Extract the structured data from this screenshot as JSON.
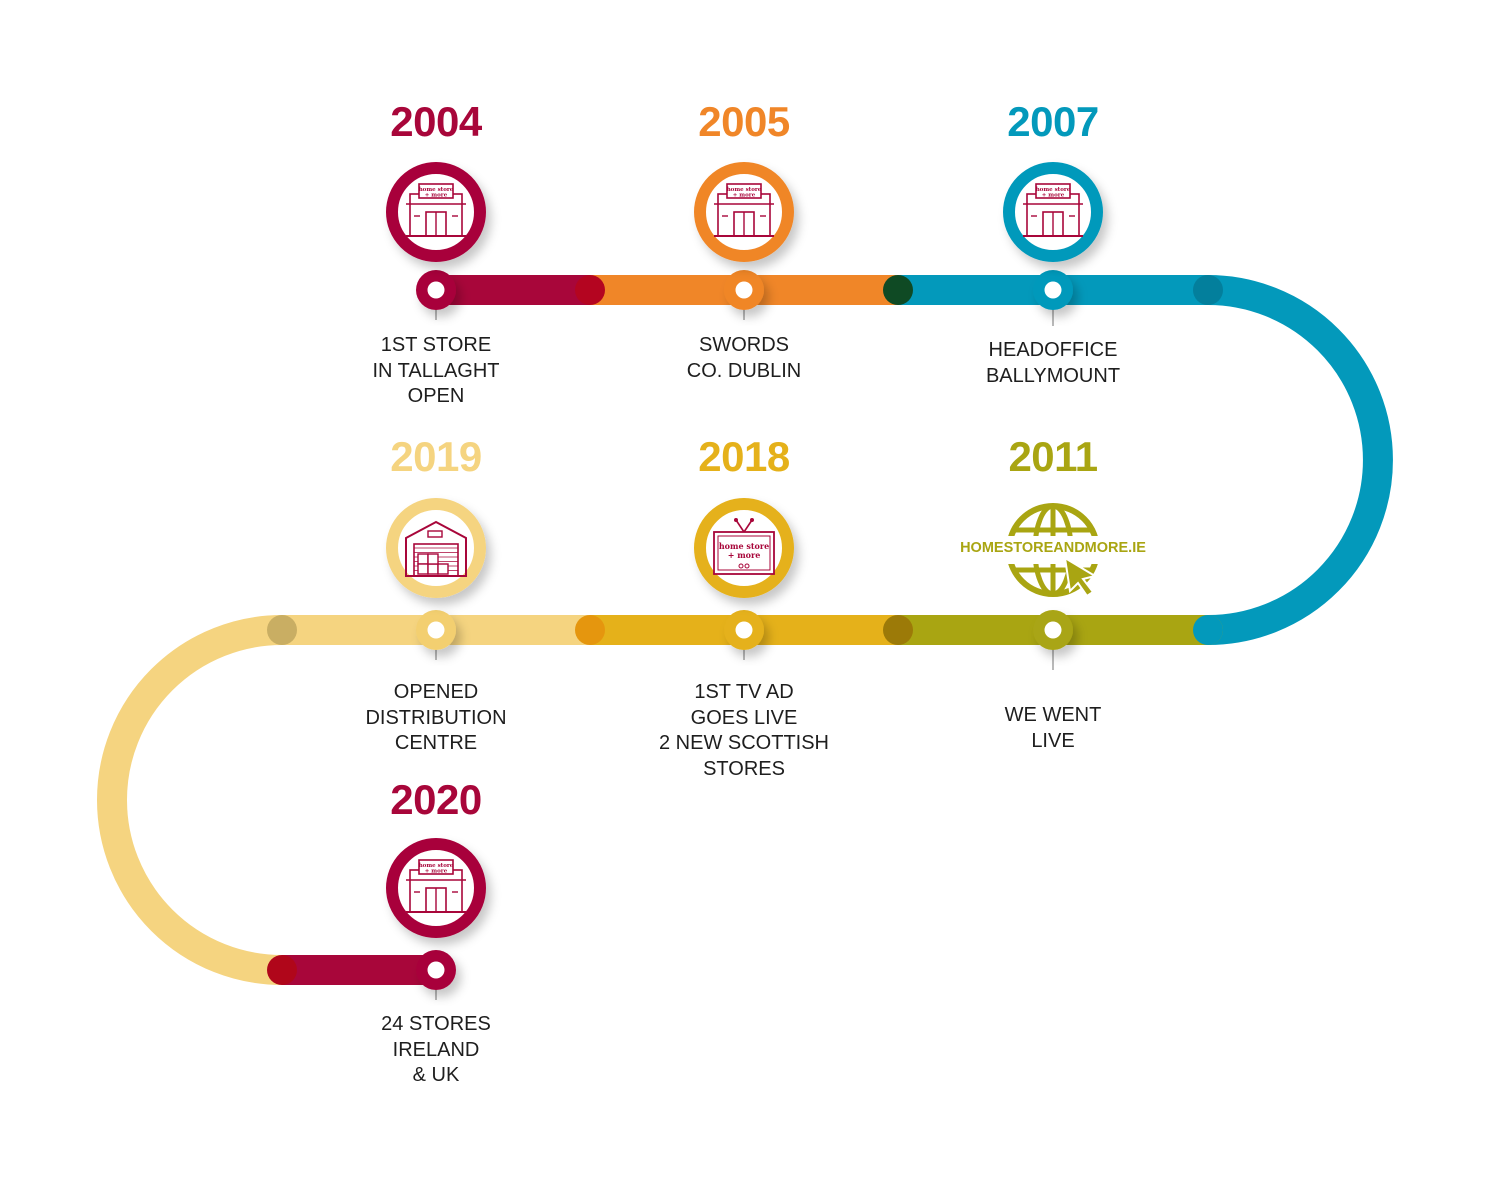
{
  "colors": {
    "maroon": "#A8063A",
    "orange": "#F08628",
    "teal": "#0399BB",
    "olive": "#A9A512",
    "gold": "#E5B11A",
    "sand": "#F5D480",
    "dark_green": "#0F4A24"
  },
  "milestones": [
    {
      "id": "m2004",
      "year": "2004",
      "color": "#A8063A",
      "icon": "storefront-icon",
      "lines": [
        "1ST STORE",
        "IN TALLAGHT",
        "OPEN"
      ]
    },
    {
      "id": "m2005",
      "year": "2005",
      "color": "#F08628",
      "icon": "storefront-icon",
      "lines": [
        "SWORDS",
        "CO. DUBLIN"
      ]
    },
    {
      "id": "m2007",
      "year": "2007",
      "color": "#0399BB",
      "icon": "storefront-icon",
      "lines": [
        "HEADOFFICE",
        "BALLYMOUNT"
      ]
    },
    {
      "id": "m2011",
      "year": "2011",
      "color": "#A9A512",
      "icon": "globe-cursor-icon",
      "icon_label": "HOMESTOREANDMORE.IE",
      "lines": [
        "WE WENT",
        "LIVE"
      ]
    },
    {
      "id": "m2018",
      "year": "2018",
      "color": "#E5B11A",
      "icon": "tv-icon",
      "lines": [
        "1ST TV AD",
        "GOES LIVE",
        "2 NEW SCOTTISH",
        "STORES"
      ]
    },
    {
      "id": "m2019",
      "year": "2019",
      "color": "#F5D480",
      "icon": "warehouse-icon",
      "lines": [
        "OPENED",
        "DISTRIBUTION",
        "CENTRE"
      ]
    },
    {
      "id": "m2020",
      "year": "2020",
      "color": "#A8063A",
      "icon": "storefront-icon",
      "lines": [
        "24 STORES",
        "IRELAND",
        "& UK"
      ]
    }
  ],
  "brand_logo": {
    "line1": "home store",
    "line2": "more"
  }
}
